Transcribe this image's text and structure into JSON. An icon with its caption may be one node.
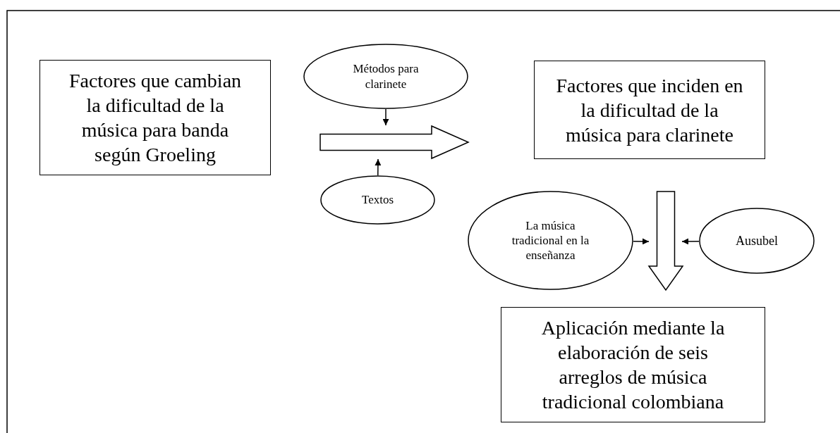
{
  "diagram": {
    "nodes": [
      {
        "text": [
          "Factores que cambian la dificultad de la música para banda según Groeling"
        ]
      },
      {
        "text": [
          "Métodos para clarinete"
        ]
      },
      {
        "text": [
          "Textos"
        ]
      },
      {
        "text": [
          "Factores que inciden en la dificultad de la música para clarinete"
        ]
      },
      {
        "text": [
          "La música tradicional en la enseñanza"
        ]
      },
      {
        "text": [
          "Ausubel"
        ]
      },
      {
        "text": [
          "Aplicación mediante la elaboración de seis arreglos de música tradicional colombiana"
        ]
      }
    ],
    "edges": [
      {
        "from": 0,
        "to": 3,
        "arrow": "to",
        "style": "thick"
      },
      {
        "from": 1,
        "to": null,
        "arrow": "to"
      },
      {
        "from": 2,
        "to": null,
        "arrow": "to"
      },
      {
        "from": 3,
        "to": 6,
        "arrow": "to",
        "style": "thick"
      },
      {
        "from": 4,
        "to": null,
        "arrow": "to"
      },
      {
        "from": 5,
        "to": null,
        "arrow": "to"
      }
    ]
  }
}
